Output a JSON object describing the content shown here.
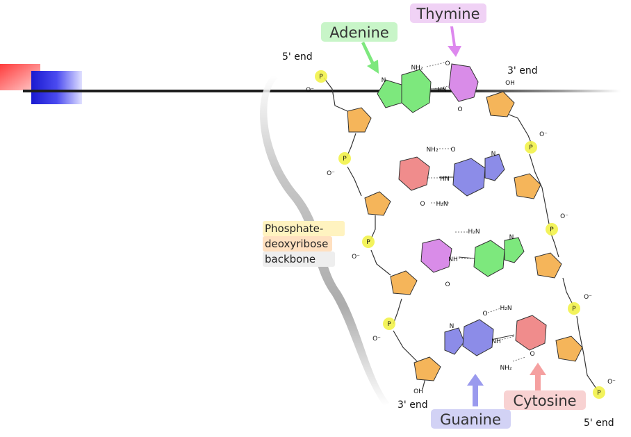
{
  "labels": {
    "thymine": "Thymine",
    "adenine": "Adenine",
    "guanine": "Guanine",
    "cytosine": "Cytosine",
    "backbone_line1": "Phosphate-",
    "backbone_line2": "deoxyribose",
    "backbone_line3": "backbone",
    "end5_top": "5' end",
    "end3_top": "3' end",
    "end3_bottom": "3' end",
    "end5_bottom": "5' end"
  },
  "atoms": {
    "nh2": "NH₂",
    "h2n": "H₂N",
    "hn": "HN",
    "nh": "NH",
    "n": "N",
    "o": "O",
    "p": "P",
    "oh": "OH",
    "o_minus": "O⁻"
  },
  "colors": {
    "adenine": "#7de87d",
    "thymine": "#d98ce8",
    "guanine": "#8c8ce8",
    "cytosine": "#f08c8c",
    "sugar": "#f5b55a",
    "phosphate": "#f2f24a",
    "adenine_label_bg": "#c8f5c8",
    "thymine_label_bg": "#f0d2f5",
    "guanine_label_bg": "#d2d2f5",
    "cytosine_label_bg": "#f8d2d2"
  }
}
